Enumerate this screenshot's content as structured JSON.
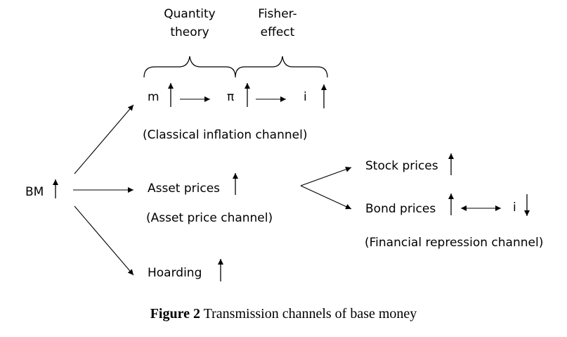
{
  "header": {
    "quantity_theory_line1": "Quantity",
    "quantity_theory_line2": "theory",
    "fisher_effect_line1": "Fisher-",
    "fisher_effect_line2": "effect"
  },
  "top_row": {
    "m": "m",
    "pi": "π",
    "i": "i",
    "channel_label": "(Classical inflation channel)"
  },
  "source": {
    "label": "BM"
  },
  "middle_row": {
    "asset_prices": "Asset prices",
    "channel_label": "(Asset price channel)"
  },
  "right_branch": {
    "stock_prices": "Stock prices",
    "bond_prices": "Bond prices",
    "i": "i",
    "channel_label": "(Financial repression channel)"
  },
  "bottom_row": {
    "hoarding": "Hoarding"
  },
  "caption": {
    "figure_number": "Figure 2",
    "text": "Transmission channels of base money"
  }
}
